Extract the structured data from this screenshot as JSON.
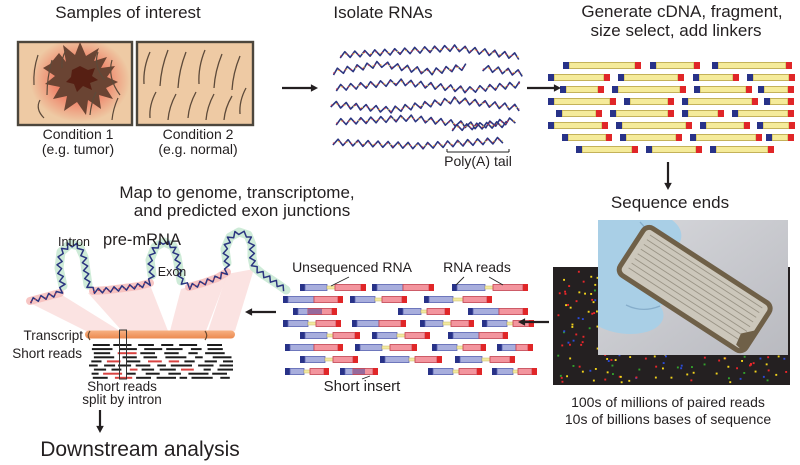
{
  "samples": {
    "heading": "Samples of interest",
    "condition1_label": "Condition 1",
    "condition1_sub": "(e.g. tumor)",
    "condition2_label": "Condition 2",
    "condition2_sub": "(e.g. normal)"
  },
  "isolate": {
    "heading": "Isolate RNAs",
    "polya_label": "Poly(A) tail"
  },
  "cdna": {
    "heading_line1": "Generate cDNA, fragment,",
    "heading_line2": "size select, add linkers"
  },
  "sequence": {
    "heading": "Sequence ends",
    "caption_line1": "100s of millions of paired reads",
    "caption_line2": "10s of billions bases of sequence"
  },
  "paired_reads": {
    "unsequenced_label": "Unsequenced RNA",
    "reads_label": "RNA reads",
    "short_insert_label": "Short insert"
  },
  "mapping": {
    "heading_line1": "Map to genome, transcriptome,",
    "heading_line2": "and predicted exon junctions",
    "intron_label": "Intron",
    "premrna_label": "pre-mRNA",
    "exon_label": "Exon",
    "transcript_label": "Transcript",
    "short_reads_label": "Short reads",
    "split_caption_line1": "Short reads",
    "split_caption_line2": "split by intron"
  },
  "downstream": {
    "heading": "Downstream analysis"
  },
  "colors": {
    "text": "#231f20",
    "arrow": "#231f20",
    "skin": "#eecaa4",
    "panel_border": "#4c463c",
    "hair": "#5d4a3a",
    "tumor": "#6a4433",
    "tumor_core": "#551d12",
    "glow": "#ef4a3a",
    "rna_strand": "#2b3580",
    "rna_tick": "#cc3a4a",
    "rna_tick2": "#e8c93f",
    "cdna_bar": "#f5eb9a",
    "cdna_bar_border": "#b7a23c",
    "linker_blue": "#283288",
    "linker_red": "#e02628",
    "read1": "#a8aedd",
    "read1_border": "#5560b0",
    "read2": "#f3959e",
    "read2_border": "#c2404e",
    "overlap": "#96699c",
    "unsequenced_gap": "#f3eaa0",
    "gap_border": "#c9b86a",
    "transcript_top": "#f7b182",
    "transcript_bottom": "#ec8a50",
    "intron_highlight": "#c9e9d4",
    "exon_highlight": "#f6bcba",
    "map_beam": "#fadedd",
    "short_read_dash": "#1d1d1d",
    "short_read_split": "#d84341",
    "photo_bg_light": "#d8d9dd",
    "photo_bg_dark": "#b9bac0",
    "glove": "#a9cfe6",
    "glove_line": "#86aecb",
    "flowcell_border": "#6f6048",
    "flowcell_body": "#ccc7bb",
    "flowcell_line": "#9a9486",
    "dots_bg": "#242021",
    "dot_red": "#e8262a",
    "dot_yellow": "#f3d41b",
    "dot_green": "#33a02c",
    "dot_blue": "#2b4bd7",
    "pointer_line": "#222222"
  }
}
